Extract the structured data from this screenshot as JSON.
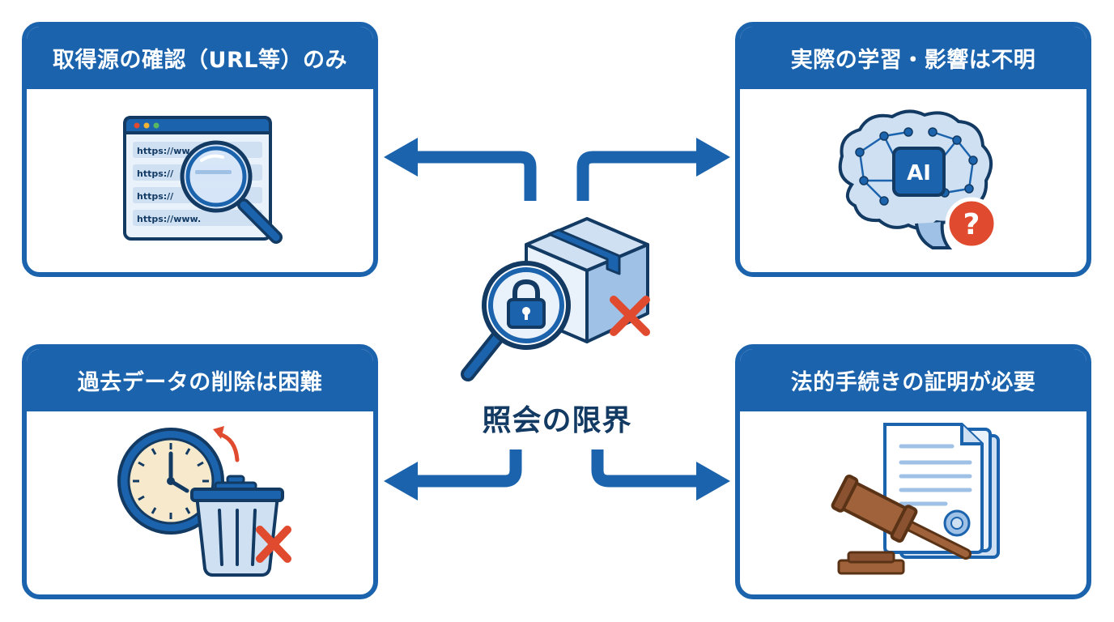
{
  "cards": {
    "top_left": {
      "title": "取得源の確認（URL等）のみ",
      "url_rows": [
        "https://ww",
        "https://",
        "https://",
        "https://www."
      ]
    },
    "top_right": {
      "title": "実際の学習・影響は不明",
      "ai_label": "AI",
      "question_mark": "?"
    },
    "bottom_left": {
      "title": "過去データの削除は困難"
    },
    "bottom_right": {
      "title": "法的手続きの証明が必要"
    }
  },
  "center": {
    "label": "照会の限界"
  },
  "icons": {
    "top_left": "browser-magnifier-icon",
    "top_right": "ai-brain-question-icon",
    "bottom_left": "clock-trash-icon",
    "bottom_right": "gavel-document-icon",
    "center": "box-lock-magnifier-icon"
  },
  "colors": {
    "primary_blue": "#1b63ad",
    "dark_navy": "#123a63",
    "light_blue": "#cfe0f3",
    "error_red": "#e04a2f",
    "wood_brown": "#a0623a"
  }
}
